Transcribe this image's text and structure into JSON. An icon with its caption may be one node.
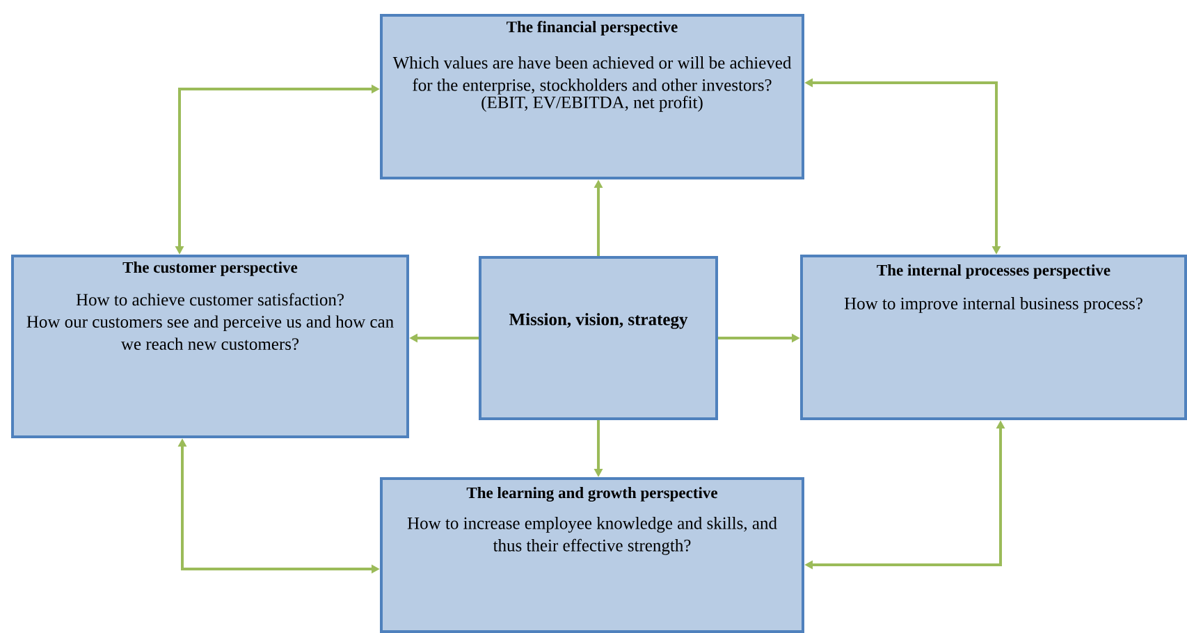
{
  "diagram": {
    "nodes": [
      {
        "text": [
          "The financial perspective",
          "Which values are have been achieved or will be achieved for the enterprise, stockholders and other investors?",
          "(EBIT, EV/EBITDA, net profit)"
        ]
      },
      {
        "text": [
          "The customer perspective",
          "How to achieve customer satisfaction?",
          "How our customers see and perceive us and how can we reach new customers?"
        ]
      },
      {
        "text": [
          "Mission, vision, strategy"
        ]
      },
      {
        "text": [
          "The internal processes perspective",
          "How to improve internal business process?"
        ]
      },
      {
        "text": [
          "The learning and growth perspective",
          "How to increase employee knowledge and skills, and thus their effective strength?"
        ]
      }
    ],
    "edges": [
      {
        "from": 2,
        "to": 0,
        "arrow": "to"
      },
      {
        "from": 2,
        "to": 1,
        "arrow": "to"
      },
      {
        "from": 2,
        "to": 3,
        "arrow": "to"
      },
      {
        "from": 2,
        "to": 4,
        "arrow": "to"
      },
      {
        "from": 0,
        "to": 1,
        "arrow": "both"
      },
      {
        "from": 0,
        "to": 3,
        "arrow": "both"
      },
      {
        "from": 1,
        "to": 4,
        "arrow": "both"
      },
      {
        "from": 3,
        "to": 4,
        "arrow": "both"
      }
    ]
  }
}
